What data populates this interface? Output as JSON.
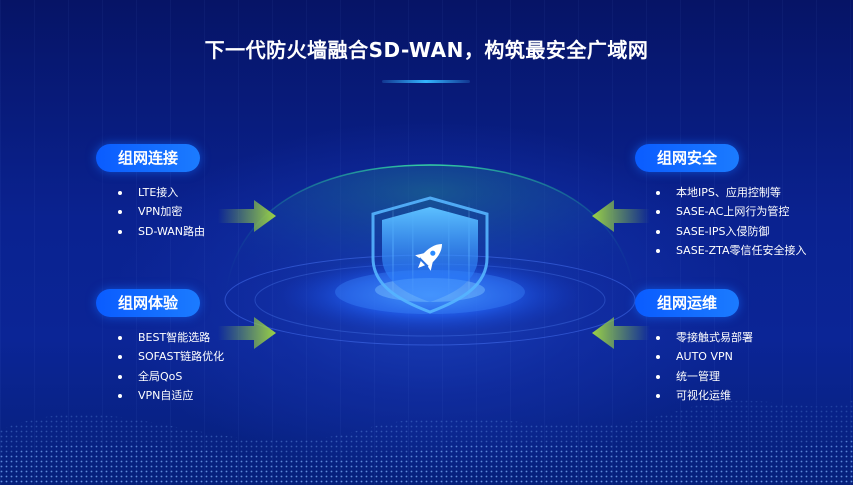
{
  "title": "下一代防火墙融合SD-WAN，构筑最安全广域网",
  "colors": {
    "accent": "#1b7bff",
    "arrow": "#8ec63f",
    "shield": "#2a9bff"
  },
  "center_icon": "rocket-icon",
  "panels": {
    "top_left": {
      "label": "组网连接",
      "items": [
        "LTE接入",
        "VPN加密",
        "SD-WAN路由"
      ]
    },
    "bottom_left": {
      "label": "组网体验",
      "items": [
        "BEST智能选路",
        "SOFAST链路优化",
        "全局QoS",
        "VPN自适应"
      ]
    },
    "top_right": {
      "label": "组网安全",
      "items": [
        "本地IPS、应用控制等",
        "SASE-AC上网行为管控",
        "SASE-IPS入侵防御",
        "SASE-ZTA零信任安全接入"
      ]
    },
    "bottom_right": {
      "label": "组网运维",
      "items": [
        "零接触式易部署",
        "AUTO VPN",
        "统一管理",
        "可视化运维"
      ]
    }
  }
}
